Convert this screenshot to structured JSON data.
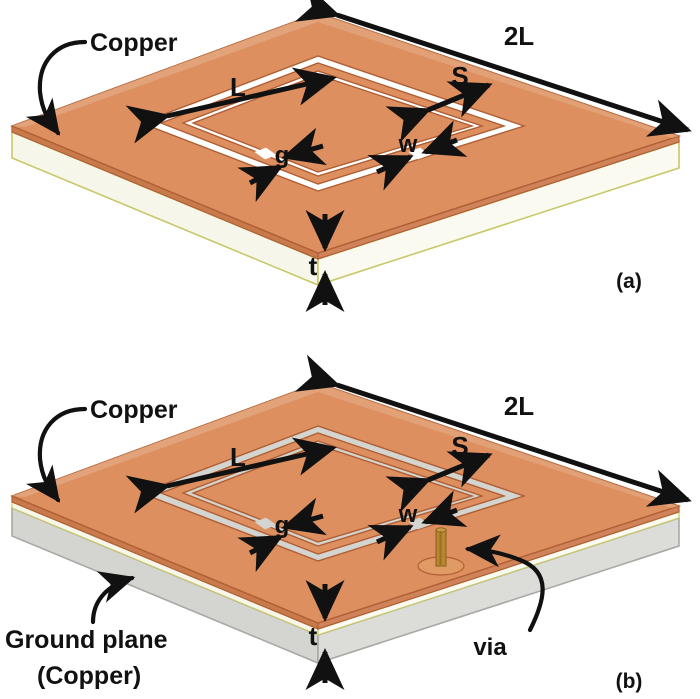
{
  "figure": {
    "title_implicit": "Split-ring resonator unit cell, 3D views",
    "panels": [
      {
        "id": "a",
        "label": "(a)",
        "annotations": {
          "copper": "Copper",
          "dim_2L": "2L",
          "dim_L": "L",
          "dim_S": "S",
          "dim_g": "g",
          "dim_w": "w",
          "dim_t": "t"
        }
      },
      {
        "id": "b",
        "label": "(b)",
        "annotations": {
          "copper": "Copper",
          "ground_plane_line1": "Ground plane",
          "ground_plane_line2": "(Copper)",
          "via": "via",
          "dim_2L": "2L",
          "dim_L": "L",
          "dim_S": "S",
          "dim_g": "g",
          "dim_w": "w",
          "dim_t": "t"
        }
      }
    ]
  },
  "colors": {
    "copper_top": "#dd8f60",
    "copper_top_light": "#e0a177",
    "copper_edge_band": "#d98a5b",
    "copper_side": "#c87a4d",
    "copper_outline": "#b05f33",
    "substrate_side": "#f7f6ea",
    "substrate_outline": "#c8c86a",
    "ground_plane": "#d4d4d0",
    "ground_plane_outline": "#a8a8a4",
    "slot_white": "#ffffff",
    "slot_gray": "#d4d4d0",
    "via_body": "#b8862e",
    "via_pad": "#e09a63",
    "ink": "#111111",
    "background": "#ffffff"
  }
}
